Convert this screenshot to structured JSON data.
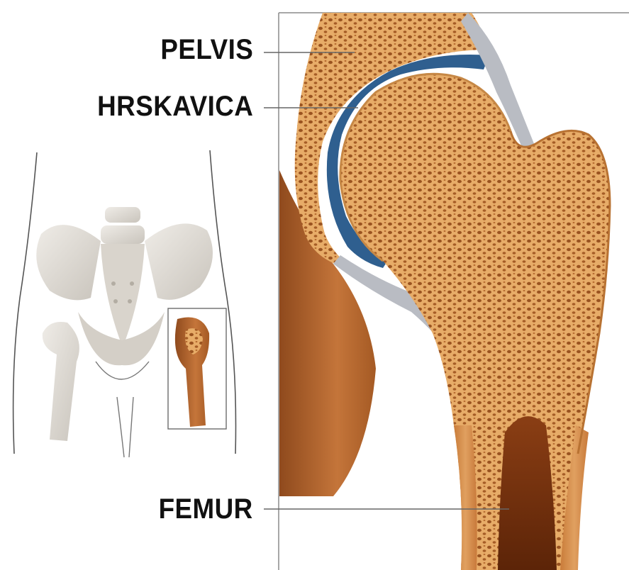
{
  "labels": {
    "pelvis": "PELVIS",
    "cartilage": "HRSKAVICA",
    "femur": "FEMUR"
  },
  "colors": {
    "bone_light": "#e9b373",
    "bone_mid": "#d08a45",
    "bone_dark": "#8a4a1c",
    "marrow": "#6e2f0e",
    "cartilage_blue": "#2f5f8f",
    "ligament_gray": "#b9bcc3",
    "skeleton_gray": "#dcd8d2"
  }
}
